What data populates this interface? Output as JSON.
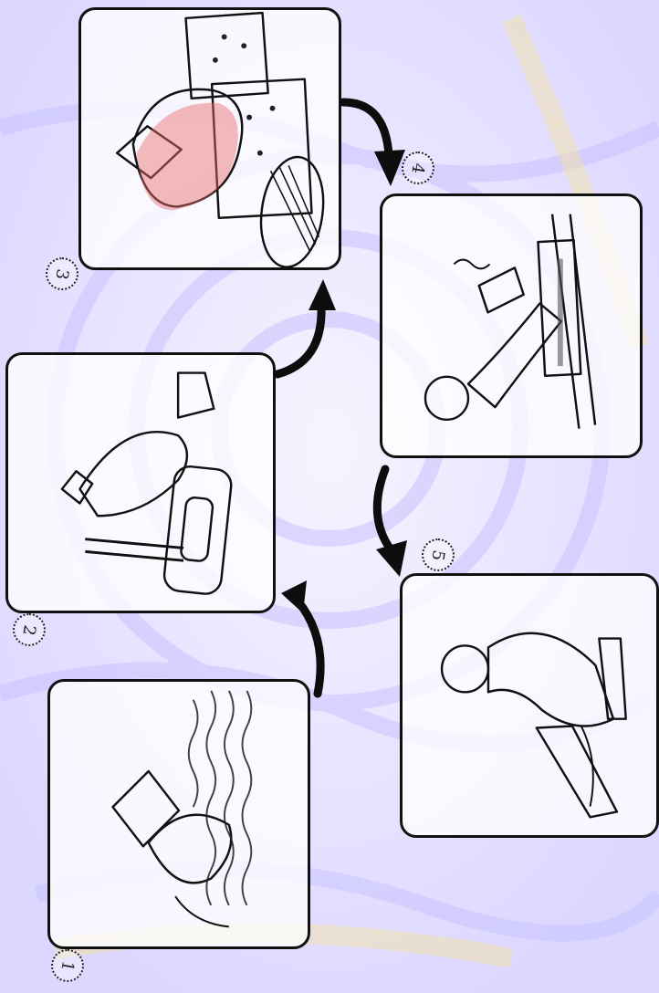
{
  "steps": [
    {
      "number": "1",
      "scene": "person-cutting-crop-in-field"
    },
    {
      "number": "2",
      "scene": "person-carrying-load-to-basin"
    },
    {
      "number": "3",
      "scene": "person-with-sacks-and-basket"
    },
    {
      "number": "4",
      "scene": "person-working-at-table"
    },
    {
      "number": "5",
      "scene": "person-bending-to-pour"
    }
  ],
  "colors": {
    "line": "#111111",
    "arrow": "#0d0d0d",
    "highlight": "#e86a6a"
  }
}
